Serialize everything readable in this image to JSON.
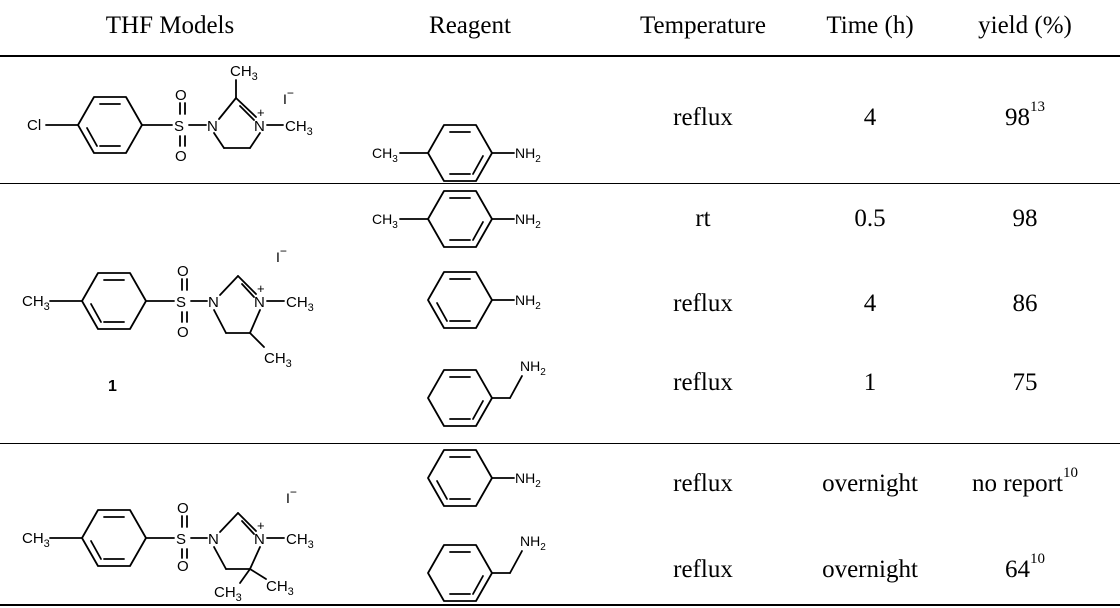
{
  "table": {
    "headers": {
      "models": "THF Models",
      "reagent": "Reagent",
      "temperature": "Temperature",
      "time": "Time (h)",
      "yield": "yield (%)"
    },
    "rows": [
      {
        "temperature": "reflux",
        "time": "4",
        "yield": "98",
        "yield_ref": "13"
      },
      {
        "temperature": "rt",
        "time": "0.5",
        "yield": "98",
        "yield_ref": ""
      },
      {
        "temperature": "reflux",
        "time": "4",
        "yield": "86",
        "yield_ref": ""
      },
      {
        "temperature": "reflux",
        "time": "1",
        "yield": "75",
        "yield_ref": ""
      },
      {
        "temperature": "reflux",
        "time": "overnight",
        "yield": "no report",
        "yield_ref": "10"
      },
      {
        "temperature": "reflux",
        "time": "overnight",
        "yield": "64",
        "yield_ref": "10"
      }
    ]
  },
  "structures": {
    "model_a": {
      "cl": "Cl",
      "s": "S",
      "o": "O",
      "n": "N",
      "n_plus": "N",
      "plus": "+",
      "iodide": "I",
      "minus": "−",
      "ch3_top": "CH",
      "ch3_right": "CH",
      "sub3": "3"
    },
    "model_b": {
      "ch3_left": "CH",
      "s": "S",
      "o": "O",
      "n": "N",
      "n_plus": "N",
      "plus": "+",
      "iodide": "I",
      "minus": "−",
      "ch3_right": "CH",
      "ch3_bottom": "CH",
      "sub3": "3",
      "compound_label": "1"
    },
    "model_c": {
      "ch3_left": "CH",
      "s": "S",
      "o": "O",
      "n": "N",
      "n_plus": "N",
      "plus": "+",
      "iodide": "I",
      "minus": "−",
      "ch3_right": "CH",
      "ch3_gem1": "CH",
      "ch3_gem2": "CH",
      "sub3": "3"
    },
    "reagent_toluidine": {
      "ch3": "CH",
      "nh": "NH",
      "sub2": "2",
      "sub3": "3"
    },
    "reagent_aniline": {
      "nh": "NH",
      "sub2": "2"
    },
    "reagent_benzylamine": {
      "nh": "NH",
      "sub2": "2"
    }
  }
}
